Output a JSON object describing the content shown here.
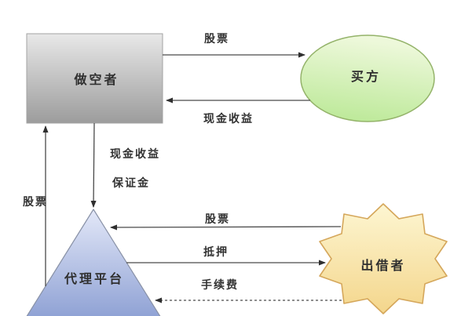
{
  "nodes": {
    "short_seller": {
      "label": "做空者",
      "shape": "rectangle",
      "fill_top": "#e8e8e8",
      "fill_bottom": "#9c9c9c",
      "stroke": "#a3a3a3"
    },
    "buyer": {
      "label": "买方",
      "shape": "ellipse",
      "fill_top": "#edf8da",
      "fill_bottom": "#b9e894",
      "stroke": "#94b36a"
    },
    "agency_platform": {
      "label": "代理平台",
      "shape": "triangle",
      "fill_top": "#e3e8f8",
      "fill_bottom": "#8c9fd3",
      "stroke": "#8891a6"
    },
    "lender": {
      "label": "出借者",
      "shape": "star",
      "fill_top": "#fdf6d2",
      "fill_bottom": "#f4d68c",
      "stroke": "#d5a75b"
    }
  },
  "edges": {
    "stock_to_buyer": {
      "label": "股票"
    },
    "cash_from_buyer": {
      "label": "现金收益"
    },
    "seller_to_platform": {
      "labels": [
        "现金收益",
        "保证金"
      ]
    },
    "stock_from_platform": {
      "label": "股票"
    },
    "stock_from_lender": {
      "label": "股票"
    },
    "collateral_to_lender": {
      "label": "抵押"
    },
    "fee": {
      "label": "手续费"
    }
  },
  "colors": {
    "background": "#ffffff",
    "line": "#4a4a4a",
    "arrowhead": "#2f2f2f",
    "label_text": "#333333"
  }
}
